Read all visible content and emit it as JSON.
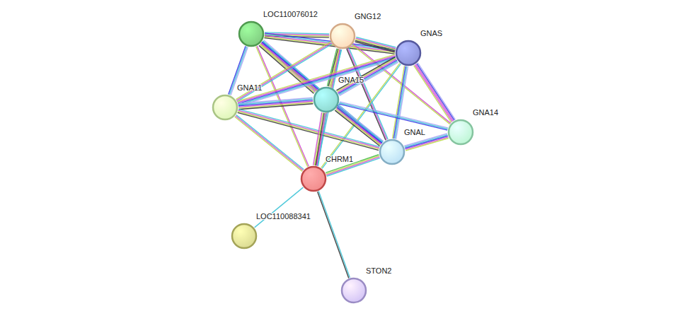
{
  "diagram": {
    "nodes": [
      {
        "text": [
          "LOC110076012"
        ]
      },
      {
        "text": [
          "GNG12"
        ]
      },
      {
        "text": [
          "GNAS"
        ]
      },
      {
        "text": [
          "GNA11"
        ]
      },
      {
        "text": [
          "GNA15"
        ]
      },
      {
        "text": [
          "GNA14"
        ]
      },
      {
        "text": [
          "GNAL"
        ]
      },
      {
        "text": [
          "CHRM1"
        ]
      },
      {
        "text": [
          "LOC110088341"
        ]
      },
      {
        "text": [
          "STON2"
        ]
      }
    ],
    "edges": [
      {
        "from": 0,
        "to": 1,
        "arrow": "none"
      },
      {
        "from": 0,
        "to": 2,
        "arrow": "none"
      },
      {
        "from": 0,
        "to": 3,
        "arrow": "none"
      },
      {
        "from": 0,
        "to": 4,
        "arrow": "none"
      },
      {
        "from": 0,
        "to": 6,
        "arrow": "none"
      },
      {
        "from": 0,
        "to": 7,
        "arrow": "none"
      },
      {
        "from": 1,
        "to": 2,
        "arrow": "none"
      },
      {
        "from": 1,
        "to": 3,
        "arrow": "none"
      },
      {
        "from": 1,
        "to": 4,
        "arrow": "none"
      },
      {
        "from": 1,
        "to": 6,
        "arrow": "none"
      },
      {
        "from": 1,
        "to": 7,
        "arrow": "none"
      },
      {
        "from": 1,
        "to": 5,
        "arrow": "none"
      },
      {
        "from": 2,
        "to": 3,
        "arrow": "none"
      },
      {
        "from": 2,
        "to": 4,
        "arrow": "none"
      },
      {
        "from": 2,
        "to": 6,
        "arrow": "none"
      },
      {
        "from": 2,
        "to": 5,
        "arrow": "none"
      },
      {
        "from": 2,
        "to": 7,
        "arrow": "none"
      },
      {
        "from": 3,
        "to": 4,
        "arrow": "none"
      },
      {
        "from": 3,
        "to": 6,
        "arrow": "none"
      },
      {
        "from": 3,
        "to": 7,
        "arrow": "none"
      },
      {
        "from": 4,
        "to": 6,
        "arrow": "none"
      },
      {
        "from": 4,
        "to": 7,
        "arrow": "none"
      },
      {
        "from": 4,
        "to": 5,
        "arrow": "none"
      },
      {
        "from": 6,
        "to": 5,
        "arrow": "none"
      },
      {
        "from": 6,
        "to": 7,
        "arrow": "none"
      },
      {
        "from": 7,
        "to": 8,
        "arrow": "none"
      },
      {
        "from": 7,
        "to": 9,
        "arrow": "none"
      }
    ]
  }
}
